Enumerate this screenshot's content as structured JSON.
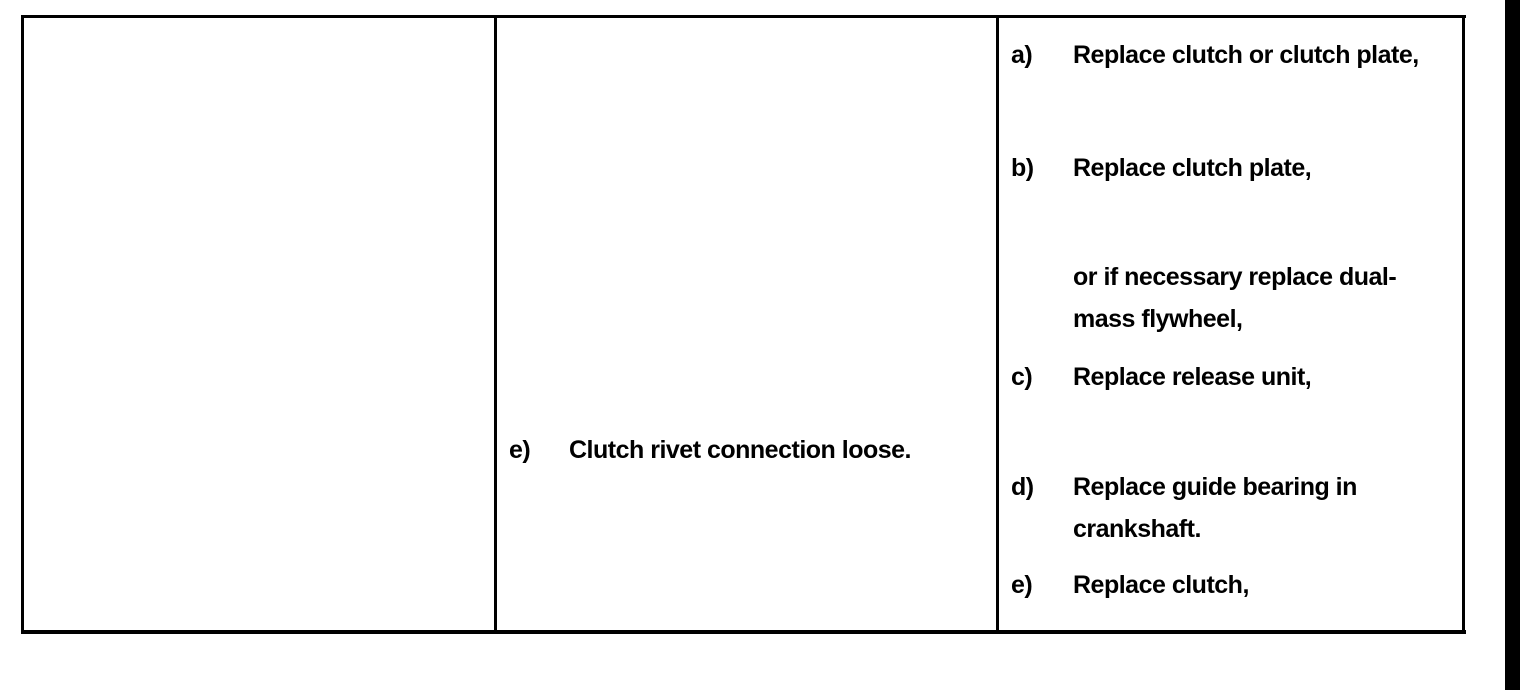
{
  "cause": {
    "marker": "e)",
    "text": "Clutch rivet connection loose."
  },
  "remedies": [
    {
      "marker": "a)",
      "lines": [
        "Replace clutch or clutch plate,"
      ]
    },
    {
      "marker": "b)",
      "lines": [
        "Replace clutch plate,"
      ]
    },
    {
      "marker": "",
      "lines": [
        "or if necessary replace dual-",
        "mass flywheel,"
      ]
    },
    {
      "marker": "c)",
      "lines": [
        "Replace release unit,"
      ]
    },
    {
      "marker": "d)",
      "lines": [
        "Replace guide bearing in",
        "crankshaft."
      ]
    },
    {
      "marker": "e)",
      "lines": [
        "Replace clutch,"
      ]
    }
  ]
}
